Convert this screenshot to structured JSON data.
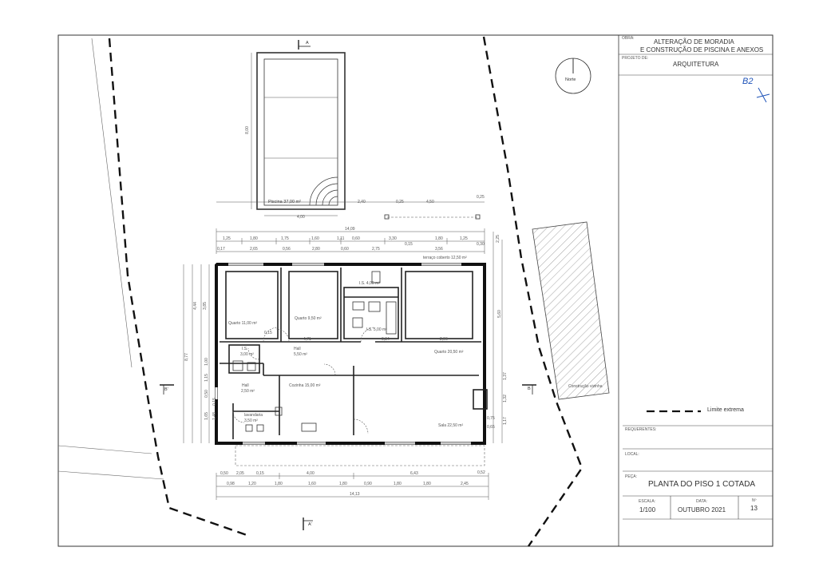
{
  "title_block": {
    "obra_label": "OBRA:",
    "obra_line1": "ALTERAÇÃO DE MORADIA",
    "obra_line2": "E CONSTRUÇÃO DE PISCINA E ANEXOS",
    "projeto_label": "PROJETO DE:",
    "projeto_value": "ARQUITETURA",
    "handwritten_note": "B2",
    "requerentes_label": "REQUERENTES:",
    "local_label": "LOCAL:",
    "peca_label": "PEÇA:",
    "peca_value": "PLANTA DO PISO 1 COTADA",
    "escala_label": "ESCALA:",
    "escala_value": "1/100",
    "data_label": "DATA:",
    "data_value": "OUTUBRO 2021",
    "numero_label": "Nº",
    "numero_value": "13"
  },
  "north_label": "Norte",
  "legend": {
    "limite_extrema": "Limite extrema"
  },
  "neighbor_label": "Construção vizinha",
  "section_marks": {
    "a": "A",
    "a_prime": "A'",
    "b": "B",
    "b_prime": "B'"
  },
  "pool": {
    "label": "Piscina 37,00 m²",
    "width": "4,00",
    "length": "8,00"
  },
  "terrace_label": "terraço coberto 12,50 m²",
  "rooms": {
    "quarto1": "Quarto 11,00 m²",
    "quarto2": "Quarto 9,50 m²",
    "is1": "I.S. 4,00 m²",
    "is2": "I.S. 5,00 m²",
    "quarto3": "Quarto 20,50 m²",
    "is3_name": "I.S.",
    "is3_area": "3,00 m²",
    "hall1_name": "Hall",
    "hall1_area": "5,50 m²",
    "hall2_name": "Hall",
    "hall2_area": "2,50 m²",
    "cozinha": "Cozinha 15,00 m²",
    "lavandaria_name": "lavandaria",
    "lavandaria_area": "3,50 m²",
    "sala": "Sala 22,50 m²"
  },
  "dims": {
    "pool_gap": [
      "2,40",
      "0,25",
      "4,50",
      "0,25"
    ],
    "top_total": "14,09",
    "top_row1": [
      "1,25",
      "1,80",
      "1,75",
      "1,60",
      "1,11",
      "0,60",
      "3,30",
      "1,80",
      "1,25"
    ],
    "top_row2": [
      "0,17",
      "2,65",
      "0,56",
      "2,80",
      "0,60",
      "2,75",
      "0,15",
      "3,56",
      "0,30"
    ],
    "inner": [
      "4,71",
      "2,96",
      "0,15",
      "0,34"
    ],
    "right_side": [
      "2,25",
      "5,60",
      "1,32",
      "1,37",
      "0,75",
      "0,65",
      "1,17"
    ],
    "left_side": [
      "4,44",
      "3,85",
      "8,77",
      "1,00",
      "1,15",
      "0,50",
      "1,65",
      "1,48",
      "0,15"
    ],
    "bot_row1": [
      "0,50",
      "2,05",
      "0,15",
      "4,00",
      "6,43",
      "0,52"
    ],
    "bot_row2": [
      "0,98",
      "1,20",
      "1,80",
      "1,60",
      "1,80",
      "0,90",
      "1,80",
      "1,80",
      "2,45"
    ],
    "bot_total": "14,13"
  }
}
